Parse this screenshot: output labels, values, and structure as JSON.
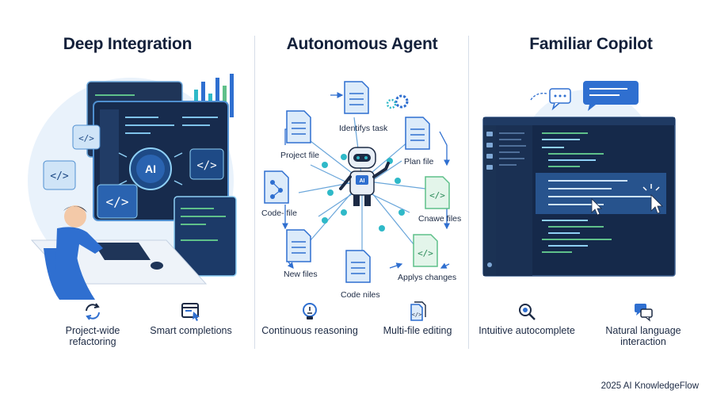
{
  "footer": "2025 AI KnowledgeFlow",
  "colors": {
    "dark_navy": "#13203a",
    "primary_blue": "#2f6fd0",
    "light_blue": "#cfe4f7",
    "teal": "#2fb9c8",
    "green": "#5fc08a"
  },
  "panels": [
    {
      "title": "Deep Integration",
      "badge": "AI",
      "features": [
        {
          "icon": "refactor-arrows-icon",
          "label": "Project-wide refactoring"
        },
        {
          "icon": "code-window-cursor-icon",
          "label": "Smart completions"
        }
      ]
    },
    {
      "title": "Autonomous Agent",
      "robot_badge": "AI",
      "nodes": [
        "Identifys task",
        "Project file",
        "Plan file",
        "Code- file",
        "Cnawe files",
        "New files",
        "Code niles",
        "Applys changes"
      ],
      "features": [
        {
          "icon": "lightbulb-head-icon",
          "label": "Continuous reasoning"
        },
        {
          "icon": "code-files-icon",
          "label": "Multi-file editing"
        }
      ]
    },
    {
      "title": "Familiar Copilot",
      "features": [
        {
          "icon": "magnifier-icon",
          "label": "Intuitive autocomplete"
        },
        {
          "icon": "chat-bubbles-icon",
          "label": "Natural language interaction"
        }
      ]
    }
  ]
}
